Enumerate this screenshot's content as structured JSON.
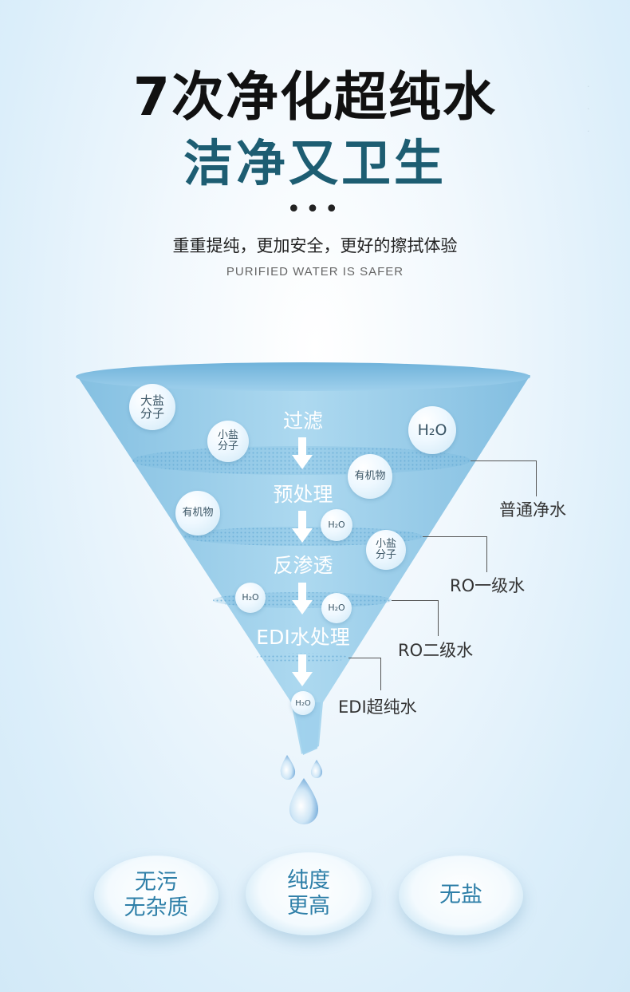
{
  "header": {
    "title_line1": "7次净化超纯水",
    "title_line2": "洁净又卫生",
    "dots": "•••",
    "subtitle": "重重提纯，更加安全，更好的擦拭体验",
    "subtitle_en": "PURIFIED WATER IS SAFER"
  },
  "funnel": {
    "stages": [
      "过滤",
      "预处理",
      "反渗透",
      "EDI水处理"
    ],
    "outputs": [
      "普通净水",
      "RO一级水",
      "RO二级水",
      "EDI超纯水"
    ],
    "bubbles": {
      "big_salt_1": "大盐",
      "big_salt_2": "分子",
      "small_salt_1": "小盐",
      "small_salt_2": "分子",
      "organic": "有机物",
      "water": "H₂O"
    }
  },
  "features": [
    {
      "line1": "无污",
      "line2": "无杂质"
    },
    {
      "line1": "纯度",
      "line2": "更高"
    },
    {
      "line1": "无盐",
      "line2": ""
    }
  ],
  "colors": {
    "title_dark": "#111111",
    "title_teal": "#1d5d72",
    "funnel_blue": "#8fc8e6",
    "feature_text": "#2e7fa8"
  }
}
